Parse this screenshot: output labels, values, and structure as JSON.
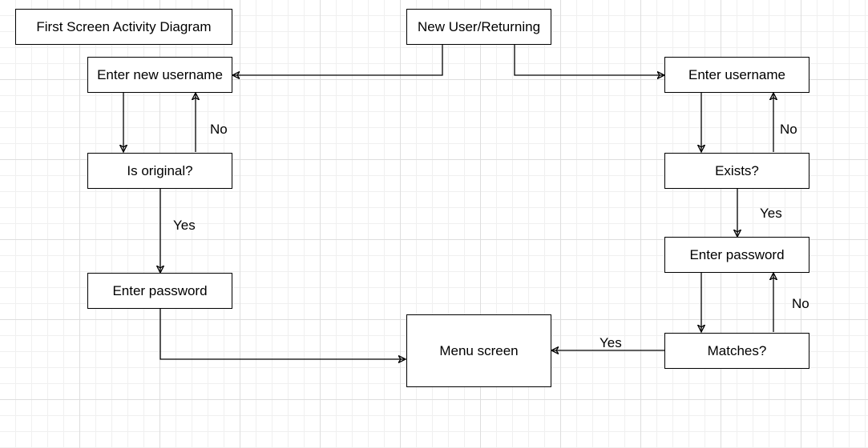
{
  "diagram": {
    "title": "First Screen Activity Diagram",
    "nodes": {
      "start": "New User/Returning",
      "enter_new_username": "Enter new username",
      "is_original": "Is original?",
      "enter_password_new": "Enter password",
      "enter_username": "Enter username",
      "exists": "Exists?",
      "enter_password_returning": "Enter password",
      "matches": "Matches?",
      "menu_screen": "Menu screen"
    },
    "edge_labels": {
      "is_original_no": "No",
      "is_original_yes": "Yes",
      "exists_no": "No",
      "exists_yes": "Yes",
      "matches_no": "No",
      "matches_yes": "Yes"
    },
    "colors": {
      "stroke": "#000000",
      "node_fill": "#ffffff",
      "grid": "#dedede"
    }
  }
}
